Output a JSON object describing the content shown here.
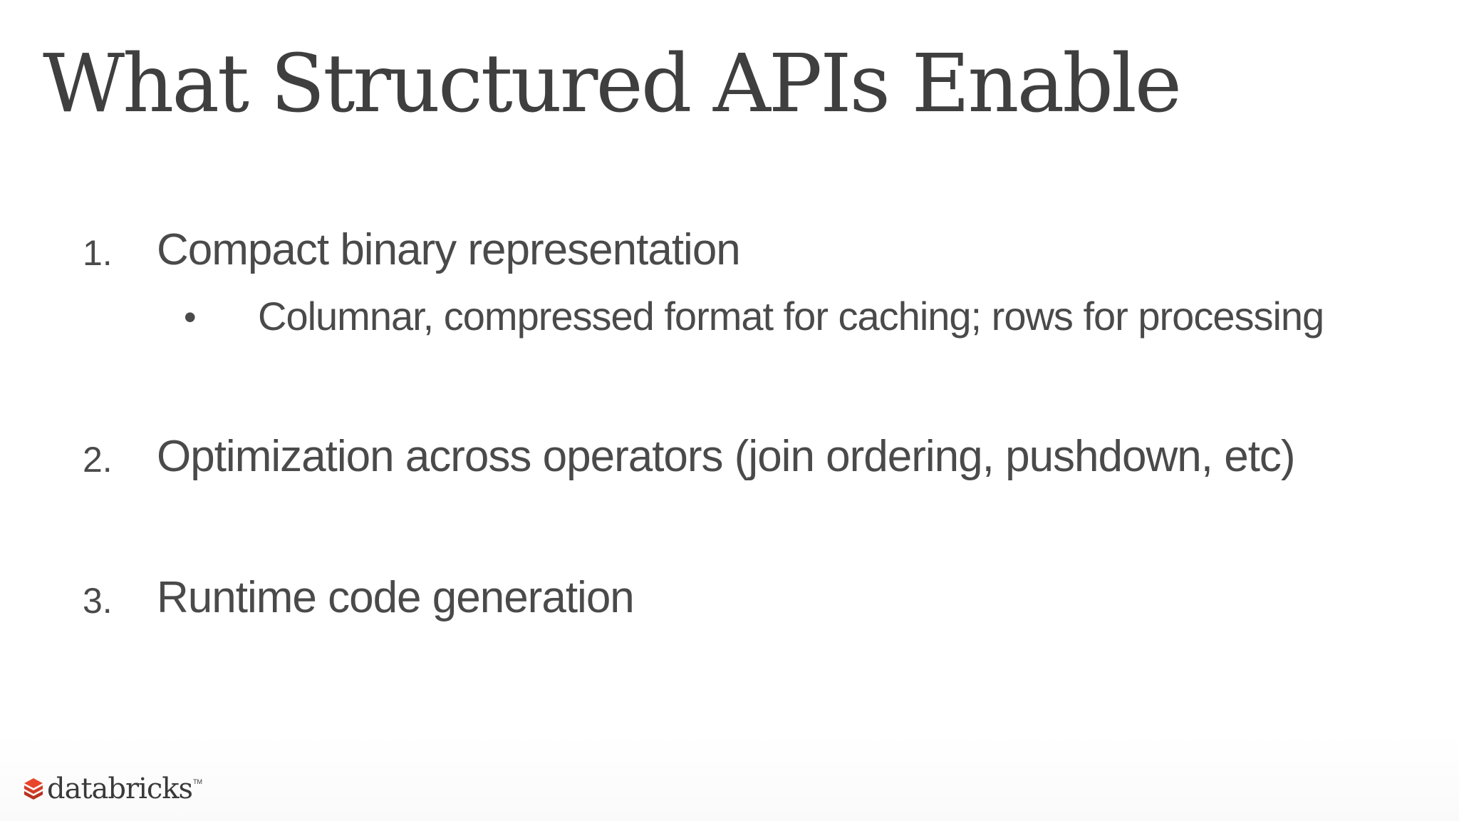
{
  "slide": {
    "title": "What Structured APIs Enable",
    "items": [
      {
        "number": "1.",
        "text": "Compact binary representation",
        "subitems": [
          {
            "bullet": "•",
            "text": "Columnar, compressed format for caching; rows for processing"
          }
        ]
      },
      {
        "number": "2.",
        "text": "Optimization across operators (join ordering, pushdown, etc)",
        "subitems": []
      },
      {
        "number": "3.",
        "text": "Runtime code generation",
        "subitems": []
      }
    ]
  },
  "footer": {
    "logo_text": "databricks",
    "logo_tm": "TM",
    "logo_icon": "databricks-layers-icon",
    "brand_color": "#e8452c",
    "brand_color_dark": "#b9321e"
  },
  "colors": {
    "title": "#3f3f3f",
    "body_text": "#4a4a4a",
    "background": "#ffffff"
  }
}
